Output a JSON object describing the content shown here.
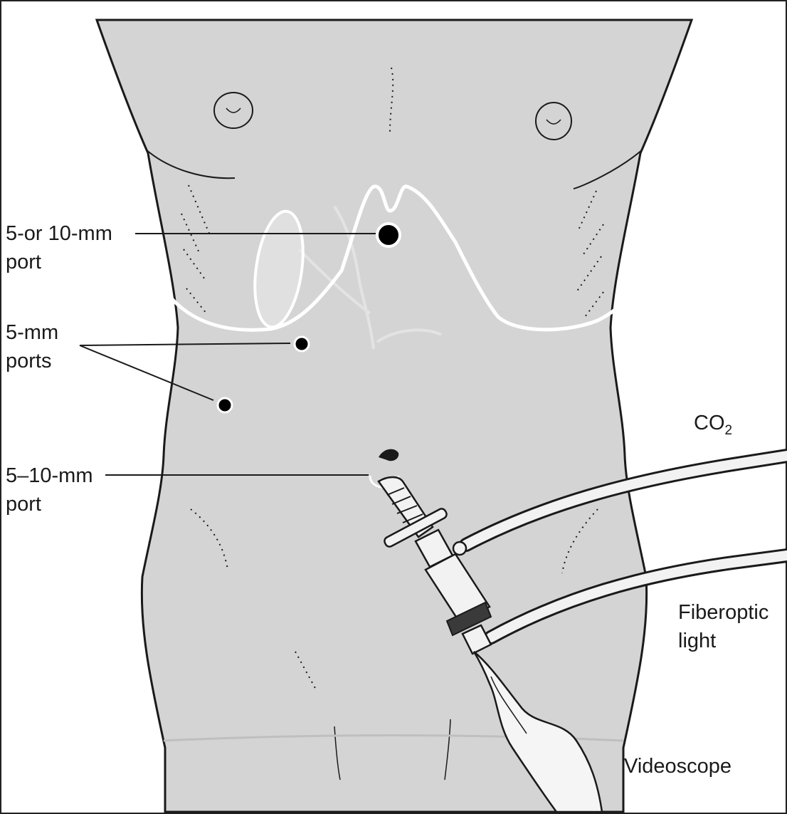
{
  "labels": {
    "port_top": {
      "line1": "5-or 10-mm",
      "line2": "port"
    },
    "ports_5mm": {
      "line1": "5-mm",
      "line2": "ports"
    },
    "port_umbilical": {
      "line1": "5–10-mm",
      "line2": "port"
    },
    "co2": {
      "base": "CO",
      "subscript": "2"
    },
    "fiberoptic": {
      "line1": "Fiberoptic",
      "line2": "light"
    },
    "videoscope": "Videoscope"
  },
  "colors": {
    "skin": "#d4d4d4",
    "outline": "#1a1a1a",
    "rib_margin": "#ffffff",
    "tube": "#f2f2f2",
    "port_dot": "#000000"
  }
}
